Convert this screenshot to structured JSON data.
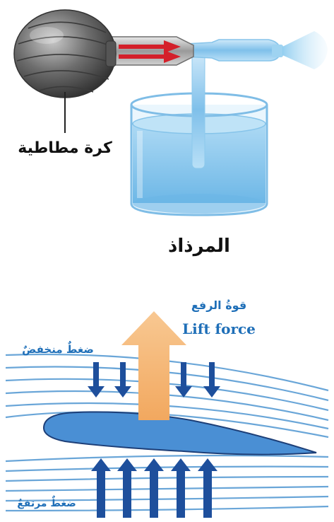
{
  "atomizer": {
    "bulb_label": "كرة مطاطية",
    "device_label": "المرذاذ"
  },
  "airfoil": {
    "lift_label_ar": "قوةُ الرفع",
    "lift_label_en": "Lift force",
    "low_pressure_label": "ضغطٌ منخفضٌ",
    "high_pressure_label": "ضغطٌ مرتفعٌ"
  },
  "colors": {
    "bulb": "#5a5a5a",
    "liquid": "#8ec9ee",
    "flow_arrow": "#d4202a",
    "streamline": "#6aa6d8",
    "pressure_arrow": "#1e4f9c",
    "lift_arrow": "#f5b779",
    "airfoil_fill": "#4a8fd4",
    "label_blue": "#1f6fb8"
  }
}
